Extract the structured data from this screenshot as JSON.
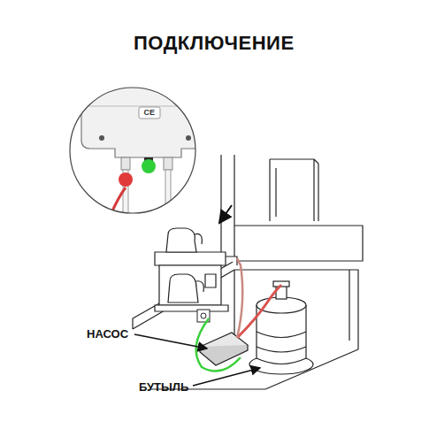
{
  "diagram": {
    "title": "ПОДКЛЮЧЕНИЕ",
    "labels": [
      "CE",
      "НАСОС",
      "БУТЫЛЬ"
    ]
  }
}
